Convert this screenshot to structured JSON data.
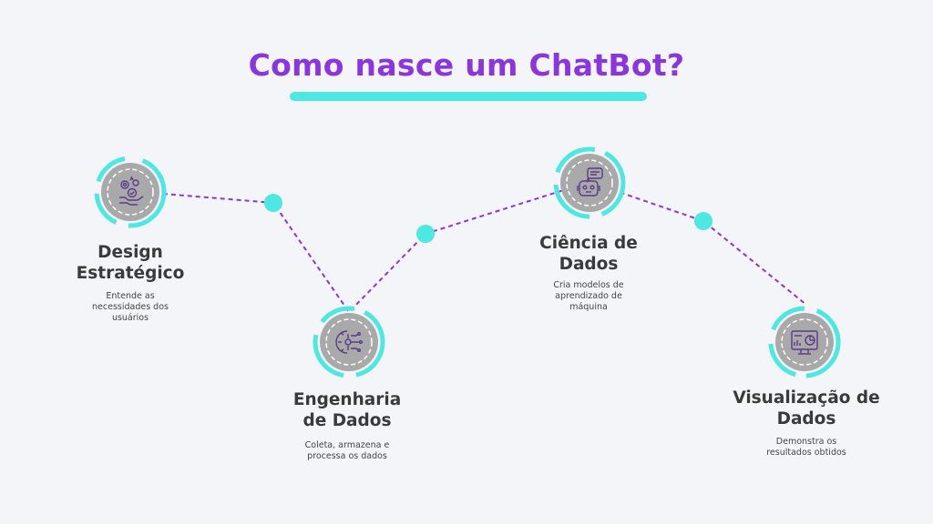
{
  "title": "Como nasce um ChatBot?",
  "colors": {
    "title": "#8a35e0",
    "accent_cyan": "#4ee8e2",
    "connector": "#8a35e0",
    "node_fill": "#a9a9a9",
    "icon_stroke": "#5a3a8a",
    "text": "#3a3a3a",
    "background": "#f3f5f8"
  },
  "steps": [
    {
      "label_line1": "Design",
      "label_line2": "Estratégico",
      "desc_line1": "Entende as",
      "desc_line2": "necessidades dos",
      "desc_line3": "usuários",
      "icon": "gears-hand-check-icon"
    },
    {
      "label_line1": "Engenharia",
      "label_line2": "de Dados",
      "desc_line1": "Coleta, armazena e",
      "desc_line2": "processa os dados",
      "icon": "circuit-gear-icon"
    },
    {
      "label_line1": "Ciência de",
      "label_line2": "Dados",
      "desc_line1": "Cria modelos de",
      "desc_line2": "aprendizado de",
      "desc_line3": "máquina",
      "icon": "robot-chat-icon"
    },
    {
      "label_line1": "Visualização de",
      "label_line2": "Dados",
      "desc_line1": "Demonstra os",
      "desc_line2": "resultados obtidos",
      "icon": "dashboard-monitor-icon"
    }
  ]
}
